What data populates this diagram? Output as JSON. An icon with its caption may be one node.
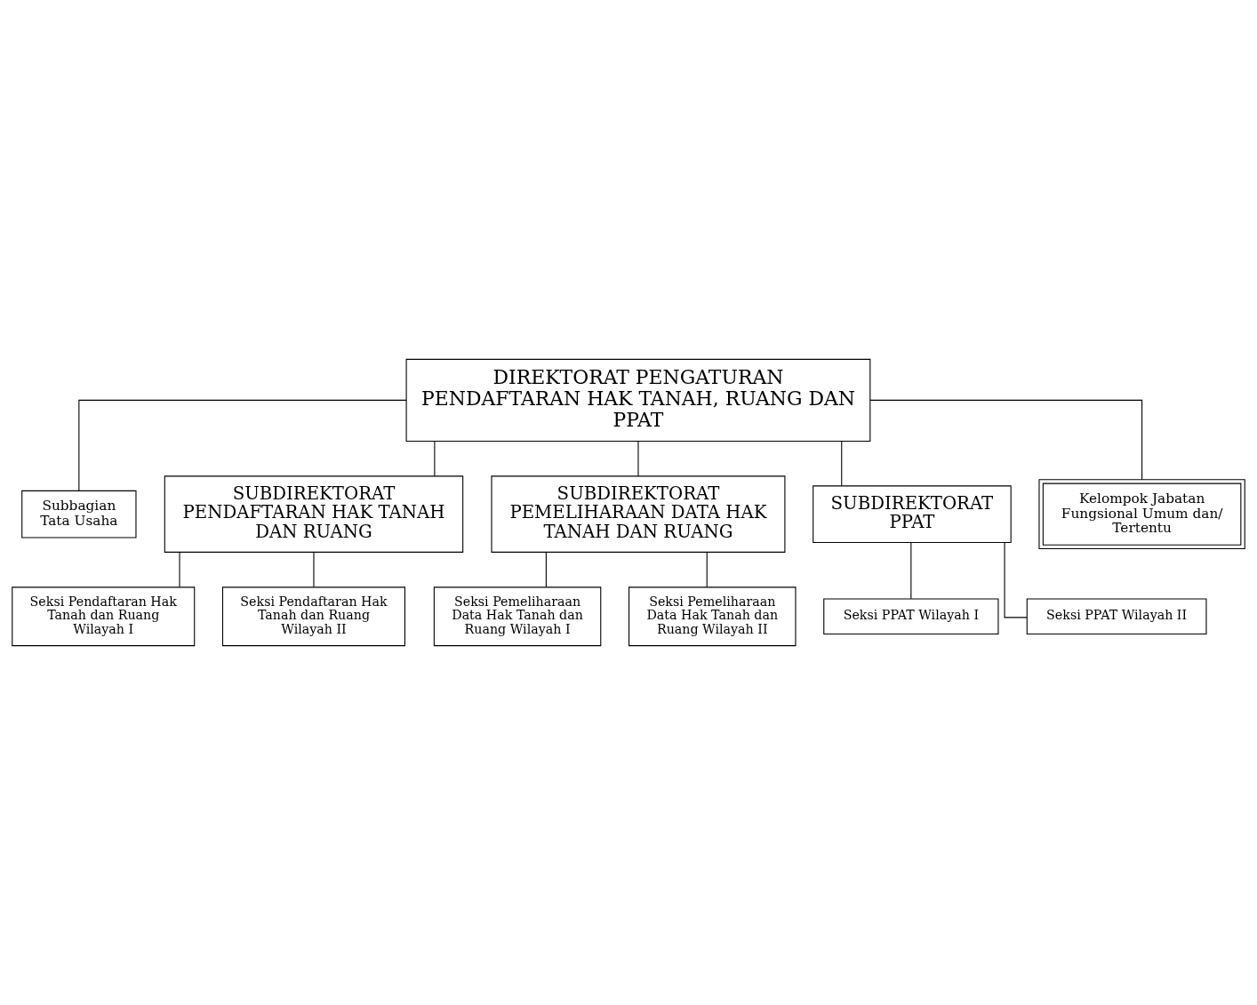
{
  "diagram": {
    "nodes": [
      {
        "text": [
          "DIREKTORAT PENGATURAN PENDAFTARAN HAK TANAH, RUANG DAN PPAT"
        ]
      },
      {
        "text": [
          "Subbagian Tata Usaha"
        ]
      },
      {
        "text": [
          "SUBDIREKTORAT PENDAFTARAN HAK TANAH DAN RUANG"
        ]
      },
      {
        "text": [
          "SUBDIREKTORAT PEMELIHARAAN DATA HAK TANAH DAN RUANG"
        ]
      },
      {
        "text": [
          "SUBDIREKTORAT PPAT"
        ]
      },
      {
        "text": [
          "Seksi Pendaftaran Hak Tanah dan Ruang Wilayah I"
        ]
      },
      {
        "text": [
          "Seksi Pendaftaran Hak Tanah dan Ruang Wilayah II"
        ]
      },
      {
        "text": [
          "Seksi Pemeliharaan Data Hak Tanah dan Ruang Wilayah I"
        ]
      },
      {
        "text": [
          "Seksi Pemeliharaan Data Hak Tanah dan Ruang Wilayah II"
        ]
      },
      {
        "text": [
          "Seksi PPAT Wilayah I"
        ]
      },
      {
        "text": [
          "Seksi PPAT Wilayah II"
        ]
      },
      {
        "text": [
          "Kelompok Jabatan Fungsional Umum dan/ Tertentu"
        ]
      }
    ],
    "edges": [
      {
        "from": 0,
        "to": 1,
        "arrow": "none"
      },
      {
        "from": 0,
        "to": 2,
        "arrow": "none"
      },
      {
        "from": 0,
        "to": 3,
        "arrow": "none"
      },
      {
        "from": 0,
        "to": 4,
        "arrow": "none"
      },
      {
        "from": 2,
        "to": 5,
        "arrow": "none"
      },
      {
        "from": 2,
        "to": 6,
        "arrow": "none"
      },
      {
        "from": 3,
        "to": 7,
        "arrow": "none"
      },
      {
        "from": 3,
        "to": 8,
        "arrow": "none"
      },
      {
        "from": 4,
        "to": 9,
        "arrow": "none"
      },
      {
        "from": 4,
        "to": 10,
        "arrow": "none"
      },
      {
        "from": 0,
        "to": 11,
        "arrow": "none"
      }
    ]
  }
}
